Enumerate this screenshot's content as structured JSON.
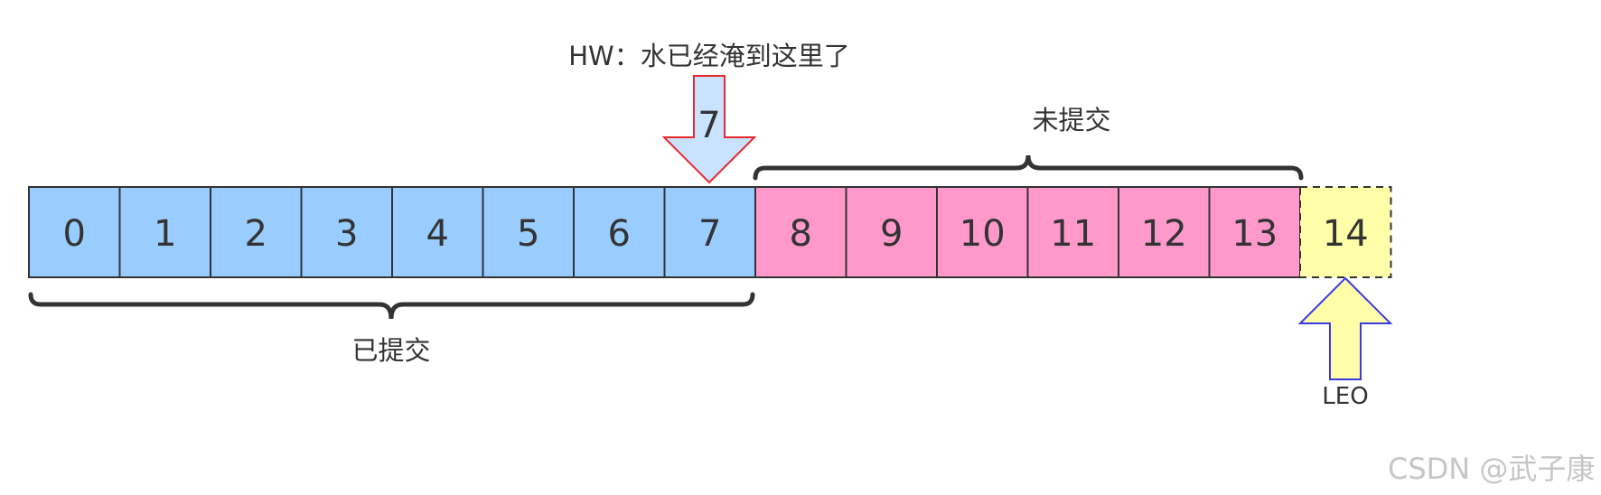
{
  "hw": {
    "caption": "HW：水已经淹到这里了",
    "value": "7",
    "fill": "#c9e2ff",
    "stroke": "#e8282b"
  },
  "committed": {
    "label": "已提交"
  },
  "uncommitted": {
    "label": "未提交"
  },
  "leo": {
    "label": "LEO",
    "fill": "#ffffaa",
    "stroke": "#3a3ae6"
  },
  "cells": [
    {
      "label": "0",
      "state": "committed"
    },
    {
      "label": "1",
      "state": "committed"
    },
    {
      "label": "2",
      "state": "committed"
    },
    {
      "label": "3",
      "state": "committed"
    },
    {
      "label": "4",
      "state": "committed"
    },
    {
      "label": "5",
      "state": "committed"
    },
    {
      "label": "6",
      "state": "committed"
    },
    {
      "label": "7",
      "state": "committed"
    },
    {
      "label": "8",
      "state": "uncommitted"
    },
    {
      "label": "9",
      "state": "uncommitted"
    },
    {
      "label": "10",
      "state": "uncommitted"
    },
    {
      "label": "11",
      "state": "uncommitted"
    },
    {
      "label": "12",
      "state": "uncommitted"
    },
    {
      "label": "13",
      "state": "uncommitted"
    },
    {
      "label": "14",
      "state": "next"
    }
  ],
  "colors": {
    "committed": "#99ccff",
    "uncommitted": "#ff99cc",
    "next": "#ffffaa",
    "border": "#333333",
    "brace": "#333333",
    "text": "#333333"
  },
  "watermark": "CSDN @武子康"
}
